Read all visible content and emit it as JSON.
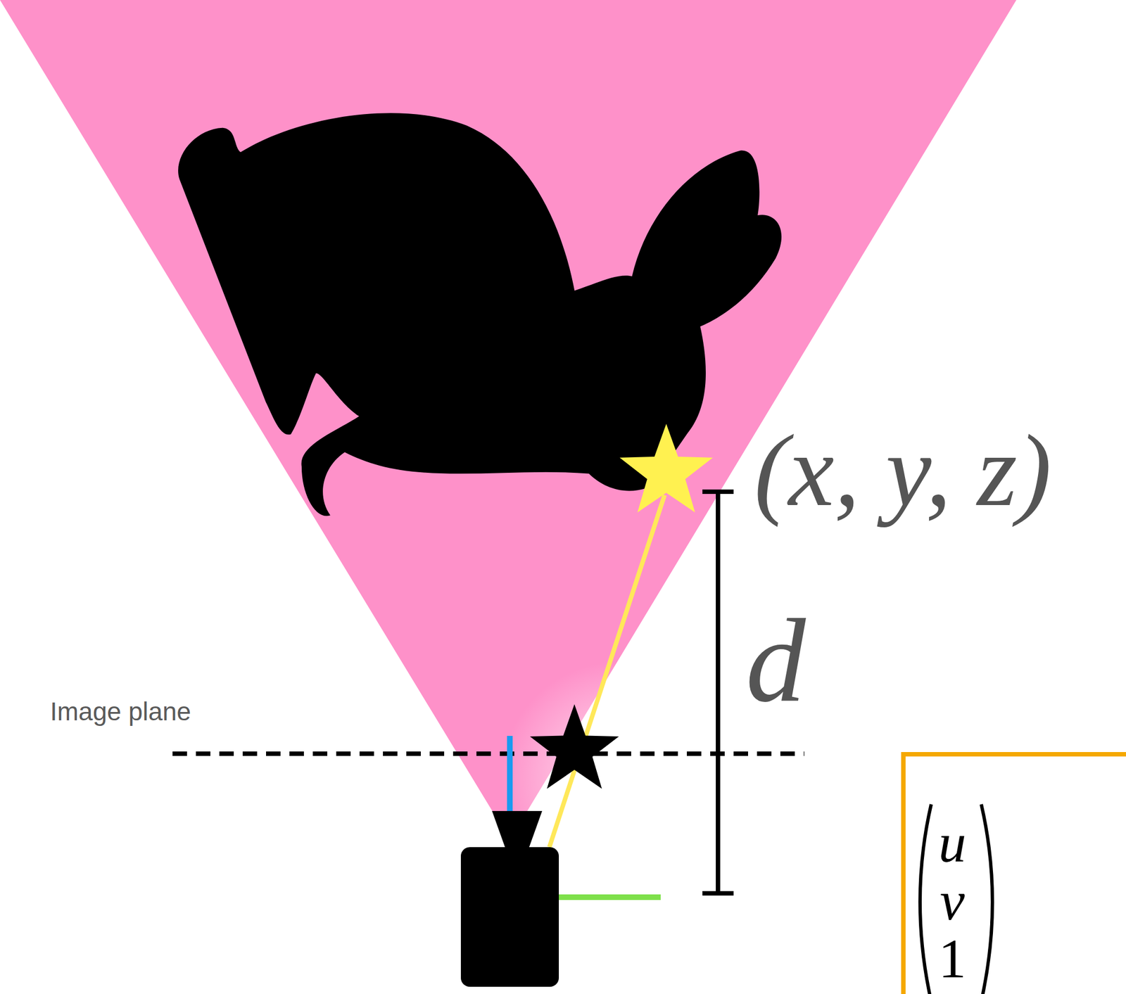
{
  "diagram": {
    "nodes": [
      {
        "text": [
          "u",
          "v",
          "1"
        ]
      }
    ],
    "labels": [
      "(x, y, z)",
      "d",
      "Image plane"
    ]
  }
}
